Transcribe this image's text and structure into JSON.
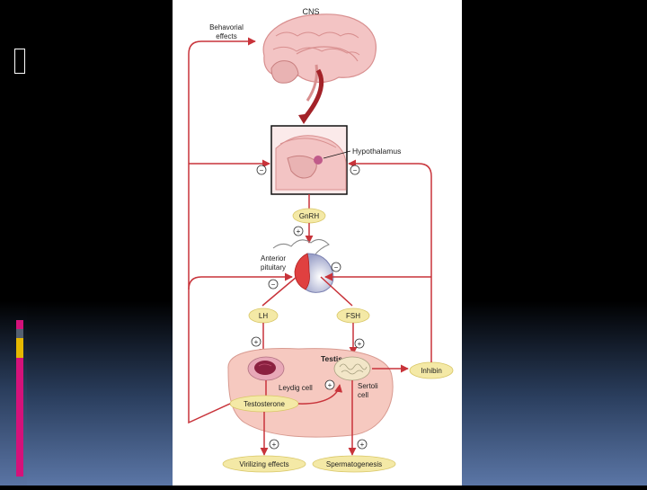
{
  "diagram": {
    "cns_label": "CNS",
    "behavioral_effects_line1": "Behavorial",
    "behavioral_effects_line2": "effects",
    "hypothalamus_label": "Hypothalamus",
    "gnrh_label": "GnRH",
    "anterior_pituitary_line1": "Anterior",
    "anterior_pituitary_line2": "pituitary",
    "lh_label": "LH",
    "fsh_label": "FSH",
    "testis_label": "Testis",
    "leydig_cell_label": "Leydig cell",
    "sertoli_cell_line1": "Sertoli",
    "sertoli_cell_line2": "cell",
    "testosterone_label": "Testosterone",
    "inhibin_label": "Inhibin",
    "virilizing_effects_label": "Virilizing effects",
    "spermatogenesis_label": "Spermatogenesis",
    "plus_sign": "+",
    "minus_sign": "−"
  },
  "colors": {
    "arrow_red": "#c8333a",
    "label_fill": "#f4e9a6",
    "testis_fill": "#f6c9c0",
    "brain_pink": "#f3c4c4"
  }
}
